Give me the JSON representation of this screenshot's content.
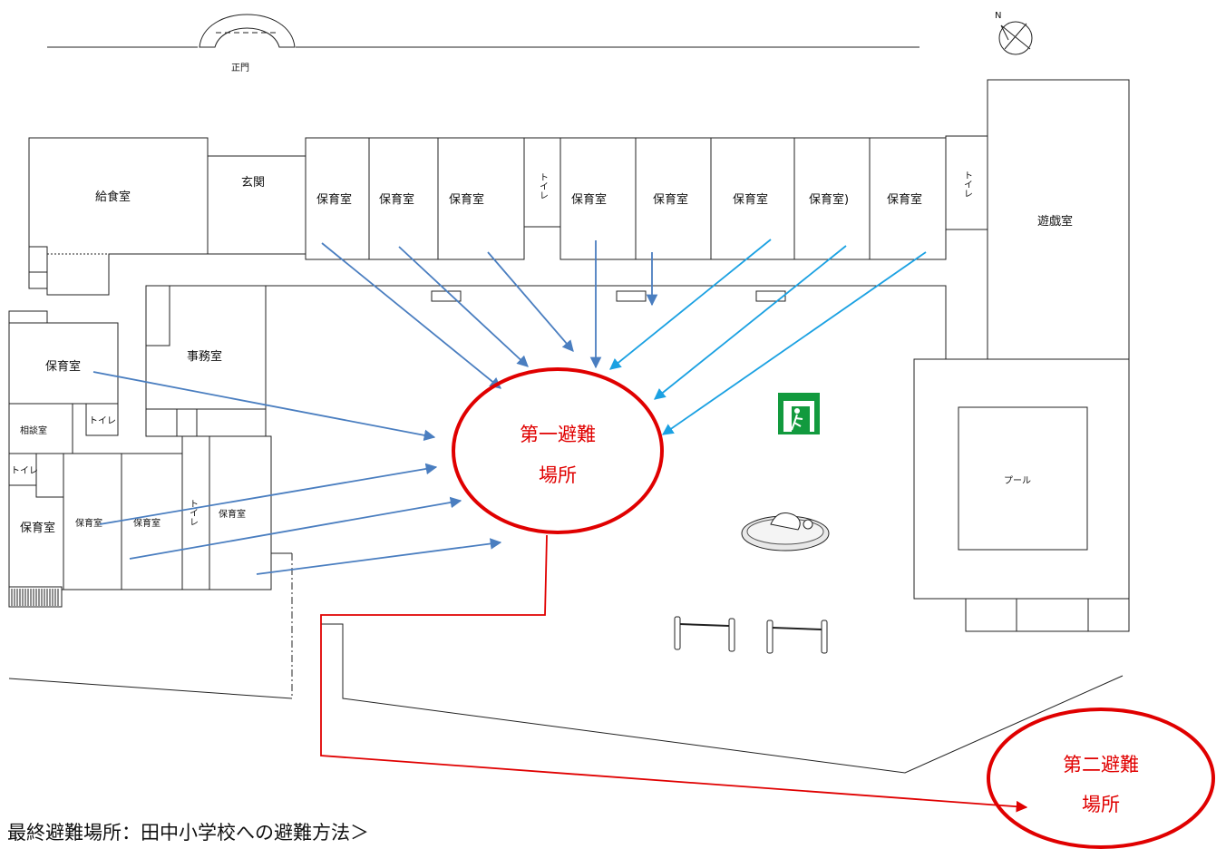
{
  "labels": {
    "main_gate": "正門",
    "north": "N",
    "kitchen": "給食室",
    "entrance": "玄関",
    "nursery_1": "保育室",
    "nursery_2": "保育室",
    "nursery_3": "保育室",
    "toilet_top_1": "トイレ",
    "nursery_4": "保育室",
    "nursery_5": "保育室",
    "nursery_6": "保育室",
    "nursery_7": "保育室)",
    "nursery_8": "保育室",
    "toilet_top_2": "トイレ",
    "playroom": "遊戯室",
    "office": "事務室",
    "nursery_left_1": "保育室",
    "consult_room": "相談室",
    "toilet_left_1": "トイレ",
    "toilet_left_2": "トイレ",
    "nursery_left_2": "保育室",
    "nursery_left_3": "保育室",
    "nursery_left_4": "保育室",
    "toilet_left_3": "トイレ",
    "nursery_left_5": "保育室",
    "pool": "プール"
  },
  "evacuation": {
    "first_site_line1": "第一避難",
    "first_site_line2": "場所",
    "second_site_line1": "第二避難",
    "second_site_line2": "場所",
    "final_note": "最終避難場所：田中小学校への避難方法＞"
  },
  "colors": {
    "arrow_dark_blue": "#4a7ec0",
    "arrow_light_blue": "#1ba1e2",
    "evac_red": "#e00000",
    "exit_green": "#129a3e"
  },
  "icons": [
    "compass-icon",
    "emergency-exit-icon",
    "sandbox-icon",
    "horizontal-bar-icon"
  ]
}
